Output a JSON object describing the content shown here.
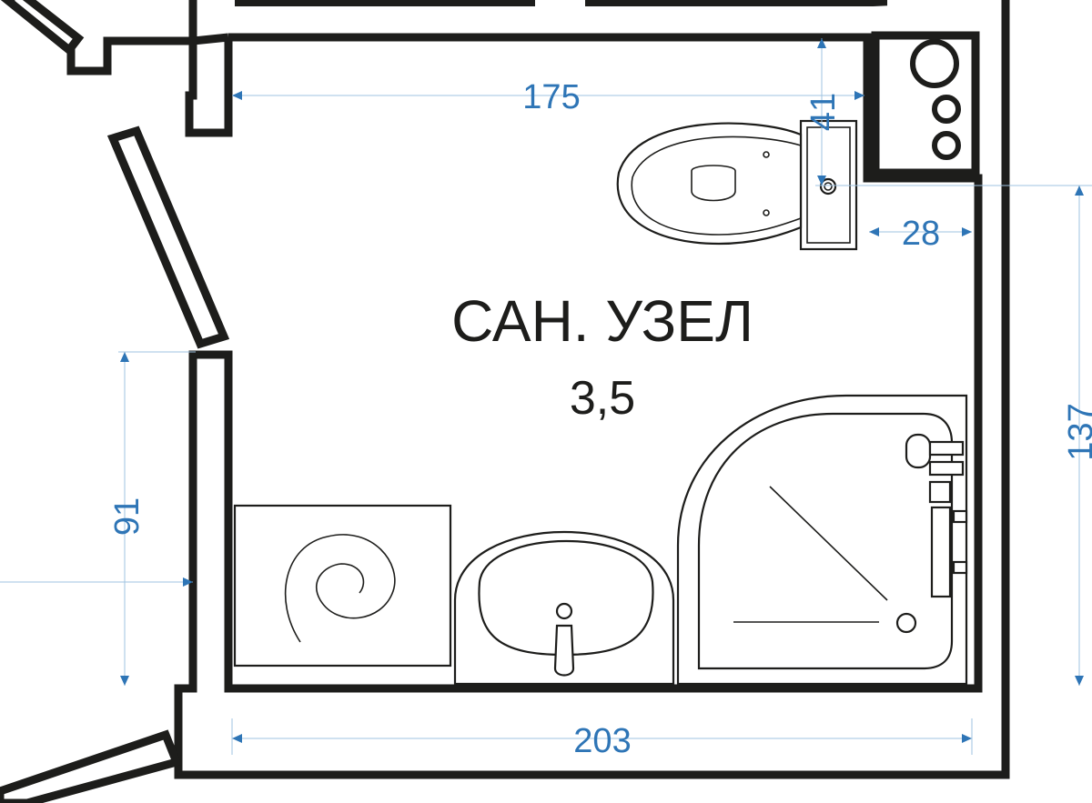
{
  "room": {
    "name": "САН. УЗЕЛ",
    "area": "3,5"
  },
  "dimensions": {
    "top_width": "175",
    "bottom_width": "203",
    "left_height": "91",
    "right_height": "137",
    "niche_depth": "41",
    "niche_width": "28"
  },
  "fixtures": {
    "toilet": "toilet-icon",
    "washing_machine": "washing-machine-icon",
    "sink": "sink-icon",
    "shower": "shower-cabin-icon",
    "stove": "stove-icon"
  },
  "colors": {
    "wall": "#1d1d1b",
    "dimension": "#2e75b6"
  }
}
